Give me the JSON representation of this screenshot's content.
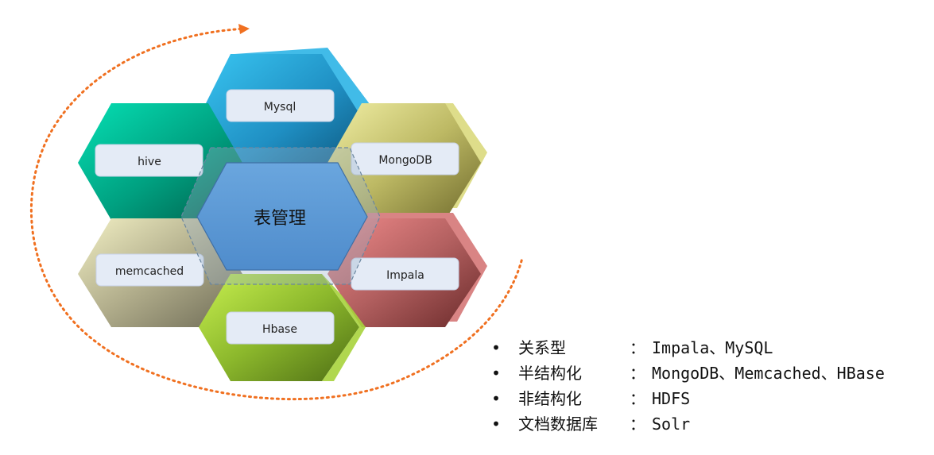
{
  "center": {
    "label": "表管理"
  },
  "hexagons": {
    "mysql": {
      "label": "Mysql",
      "color": "#2aa7df"
    },
    "hive": {
      "label": "hive",
      "color": "#00a584"
    },
    "mongodb": {
      "label": "MongoDB",
      "color": "#b8b65a"
    },
    "memcached": {
      "label": "memcached",
      "color": "#b3b08a"
    },
    "impala": {
      "label": "Impala",
      "color": "#b05a5a"
    },
    "hbase": {
      "label": "Hbase",
      "color": "#8ab82c"
    }
  },
  "cycle_arrow": {
    "color": "#f07020"
  },
  "bullets": [
    {
      "category": "关系型",
      "separator": "：",
      "items": "Impala、MySQL"
    },
    {
      "category": "半结构化",
      "separator": "：",
      "items": "MongoDB、Memcached、HBase"
    },
    {
      "category": "非结构化",
      "separator": "：",
      "items": "HDFS"
    },
    {
      "category": "文档数据库",
      "separator": "：",
      "items": "Solr"
    }
  ]
}
